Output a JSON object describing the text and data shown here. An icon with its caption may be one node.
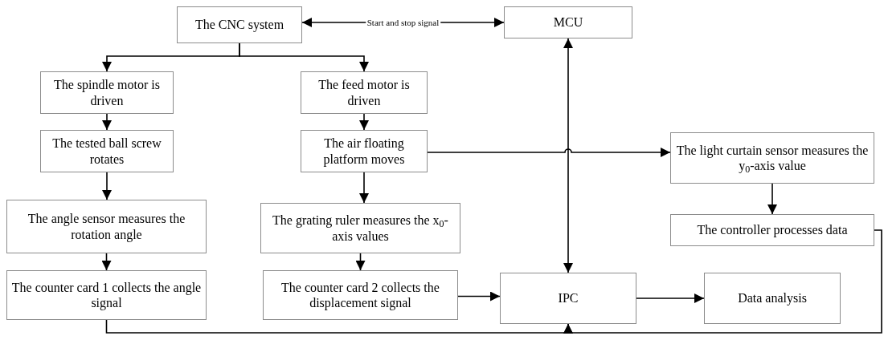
{
  "diagram": {
    "nodes": [
      {
        "text": [
          "The CNC system"
        ]
      },
      {
        "text": [
          "MCU"
        ]
      },
      {
        "text": [
          "The spindle motor is driven"
        ]
      },
      {
        "text": [
          "The feed motor is driven"
        ]
      },
      {
        "text": [
          "The tested ball screw rotates"
        ]
      },
      {
        "text": [
          "The air floating platform moves"
        ]
      },
      {
        "text": [
          "The light curtain sensor measures the y$_{0}$-axis value"
        ]
      },
      {
        "text": [
          "The angle sensor measures the rotation angle"
        ]
      },
      {
        "text": [
          "The grating ruler measures the x$_{0}$-axis values"
        ]
      },
      {
        "text": [
          "The controller processes data"
        ]
      },
      {
        "text": [
          "The counter card 1 collects the angle signal"
        ]
      },
      {
        "text": [
          "The counter card 2 collects the displacement signal"
        ]
      },
      {
        "text": [
          "IPC"
        ]
      },
      {
        "text": [
          "Data analysis"
        ]
      }
    ],
    "edges": [
      {
        "from": 0,
        "to": 1,
        "arrow": "both",
        "label": "Start and stop signal"
      },
      {
        "from": 0,
        "to": 2,
        "arrow": "to"
      },
      {
        "from": 0,
        "to": 3,
        "arrow": "to"
      },
      {
        "from": 2,
        "to": 4,
        "arrow": "to"
      },
      {
        "from": 4,
        "to": 7,
        "arrow": "to"
      },
      {
        "from": 7,
        "to": 10,
        "arrow": "to"
      },
      {
        "from": 3,
        "to": 5,
        "arrow": "to"
      },
      {
        "from": 5,
        "to": 8,
        "arrow": "to"
      },
      {
        "from": 8,
        "to": 11,
        "arrow": "to"
      },
      {
        "from": 5,
        "to": 6,
        "arrow": "to"
      },
      {
        "from": 6,
        "to": 9,
        "arrow": "to"
      },
      {
        "from": 1,
        "to": 12,
        "arrow": "both"
      },
      {
        "from": 11,
        "to": 12,
        "arrow": "to"
      },
      {
        "from": 12,
        "to": 13,
        "arrow": "to"
      },
      {
        "from": 10,
        "to": 12,
        "arrow": "to"
      },
      {
        "from": 9,
        "to": 12,
        "arrow": "to"
      }
    ]
  }
}
